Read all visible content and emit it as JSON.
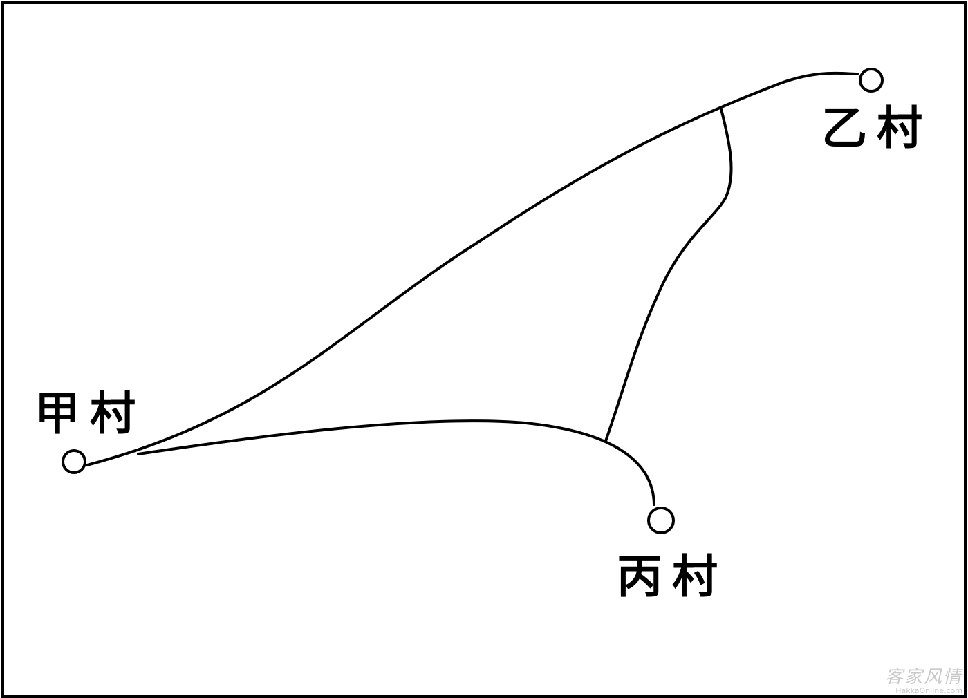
{
  "villages": {
    "jia": "甲村",
    "yi": "乙村",
    "bing": "丙村"
  },
  "watermark": {
    "title": "客家风情",
    "url": "HakkaOnline.com"
  },
  "colors": {
    "line": "#000000",
    "background": "#ffffff",
    "watermark": "#c9c9c9"
  }
}
